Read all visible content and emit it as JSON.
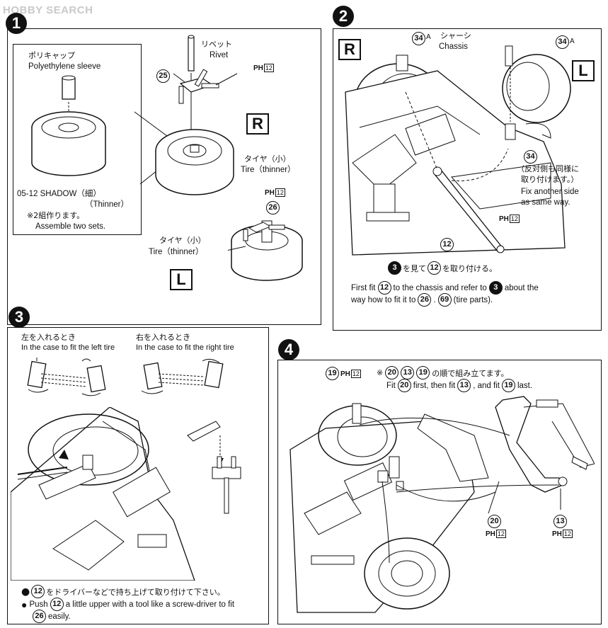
{
  "watermark": {
    "brand": "HOBBY SEARCH"
  },
  "steps": {
    "s1": "1",
    "s2": "2",
    "s3": "3",
    "s4": "4"
  },
  "panel1": {
    "inset_jp": "ポリキャップ",
    "inset_en": "Polyethylene sleeve",
    "inset_tire_jp": "05-12 SHADOW（細）",
    "inset_tire_en": "（Thinner）",
    "note_jp": "※2組作ります。",
    "note_en": "Assemble two sets.",
    "rivet_jp": "リベット",
    "rivet_en": "Rivet",
    "part25": "25",
    "part26": "26",
    "ph": "PH",
    "ph_num": "12",
    "tire_r_jp": "タイヤ（小）",
    "tire_r_en": "Tire（thinner）",
    "tire_l_jp": "タイヤ（小）",
    "tire_l_en": "Tire（thinner）",
    "side_r": "R",
    "side_l": "L"
  },
  "panel2": {
    "part34": "34",
    "a_suffix": "A",
    "chassis_jp": "シャーシ",
    "chassis_en": "Chassis",
    "side_r": "R",
    "side_l": "L",
    "other_jp_1": "（反対側も同様に",
    "other_jp_2": "取り付けます。）",
    "other_en_1": "Fix another side",
    "other_en_2": "as same way.",
    "ph": "PH",
    "ph_num": "12",
    "part12": "12",
    "ref3": "3",
    "jp_line_after": "を見て",
    "jp_line_end": "を取り付ける。",
    "en_1a": "First fit",
    "en_1b": "to the chassis and refer to",
    "en_1c": "about the",
    "en_2a": "way how to fit it to",
    "part69": "69",
    "en_2b": "(tire parts)."
  },
  "panel3": {
    "left_jp": "左を入れるとき",
    "left_en": "In the case to fit the left tire",
    "right_jp": "右を入れるとき",
    "right_en": "In the case to fit the right tire",
    "part12": "12",
    "part26": "26",
    "note1_jp": "をドライバーなどで持ち上げて取り付けて下さい。",
    "note2_a": "Push",
    "note2_b": "a little upper with a tool like a screw-driver to fit",
    "note3": "easily."
  },
  "panel4": {
    "part19": "19",
    "part20": "20",
    "part13": "13",
    "ph": "PH",
    "ph_num": "12",
    "order_jp": "の順で組み立てます。",
    "order_en_a": "Fit",
    "order_en_b": "first, then fit",
    "order_en_c": ", and fit",
    "order_en_d": "last."
  }
}
